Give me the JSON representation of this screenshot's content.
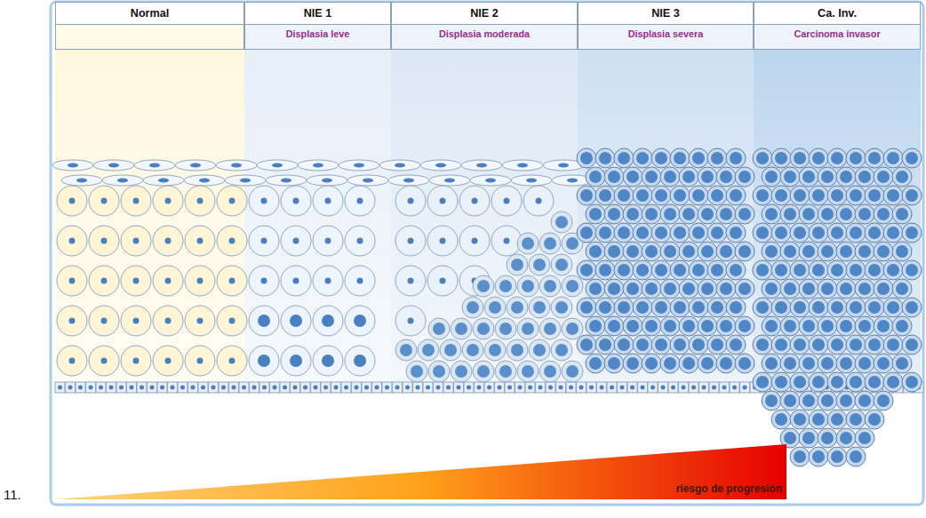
{
  "diagram": {
    "nodes": [
      {
        "text": [
          "Normal"
        ]
      },
      {
        "text": [
          "NIE 1",
          "Displasia leve"
        ]
      },
      {
        "text": [
          "NIE 2",
          "Displasia moderada"
        ]
      },
      {
        "text": [
          "NIE 3",
          "Displasia severa"
        ]
      },
      {
        "text": [
          "Ca. Inv.",
          "Carcinoma invasor"
        ]
      }
    ],
    "labels": [
      "11.",
      "riesgo de progresión"
    ]
  }
}
